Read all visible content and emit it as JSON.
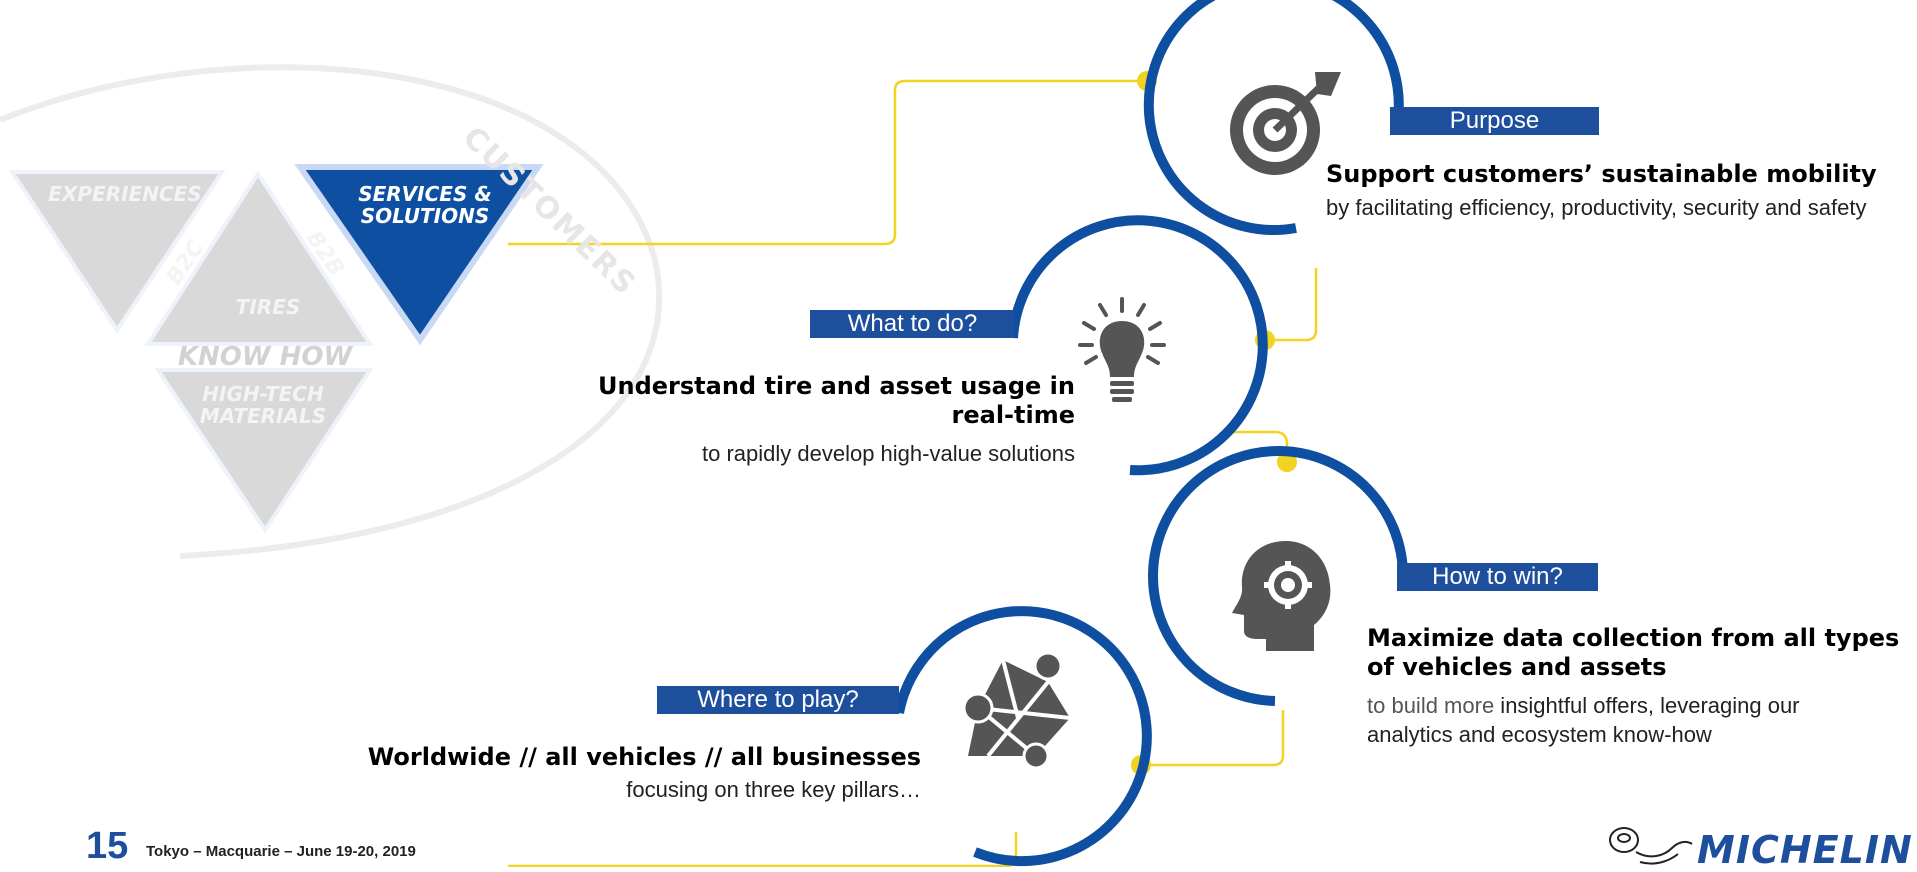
{
  "diagram": {
    "arc_label": "CUSTOMERS",
    "triangles": {
      "experiences": "EXPERIENCES",
      "services": "SERVICES & SOLUTIONS",
      "tires": "TIRES",
      "know_how": "KNOW HOW",
      "materials": "HIGH-TECH MATERIALS",
      "b2c": "B2C",
      "b2b": "B2B"
    }
  },
  "steps": [
    {
      "tag": "Purpose",
      "icon": "target-icon",
      "headline": "Support customers’ sustainable mobility",
      "body": "by facilitating efficiency, productivity, security and safety"
    },
    {
      "tag": "What to do?",
      "icon": "lightbulb-icon",
      "headline": "Understand tire and asset usage in real-time",
      "body": "to rapidly develop high-value solutions"
    },
    {
      "tag": "How to win?",
      "icon": "head-gear-icon",
      "headline": "Maximize data collection from all types of vehicles and assets",
      "body_grey": "to build more",
      "body": " insightful offers, leveraging our analytics and ecosystem know-how"
    },
    {
      "tag": "Where to play?",
      "icon": "network-icon",
      "headline": "Worldwide // all vehicles // all businesses",
      "body": "focusing on three key pillars…"
    }
  ],
  "footer": {
    "page_number": "15",
    "text": "Tokyo – Macquarie – June 19-20, 2019",
    "logo": "MICHELIN"
  },
  "colors": {
    "accent_blue": "#1e4f9c",
    "connector_yellow": "#f2d320",
    "light_grey": "#d9d9d9"
  }
}
